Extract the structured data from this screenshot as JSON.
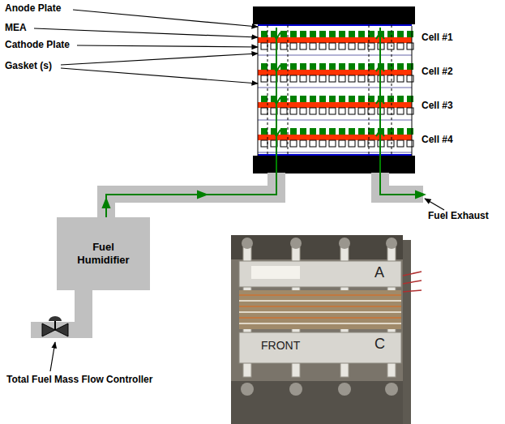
{
  "diagram": {
    "nodes": [
      {
        "text": [
          "Fuel Humidifier"
        ]
      }
    ],
    "labels": [
      "Anode Plate",
      "MEA",
      "Cathode Plate",
      "Gasket (s)",
      "Cell #1",
      "Cell #2",
      "Cell #3",
      "Cell #4",
      "Fuel Exhaust",
      "Total Fuel Mass Flow Controller",
      "A",
      "FRONT",
      "C"
    ]
  }
}
